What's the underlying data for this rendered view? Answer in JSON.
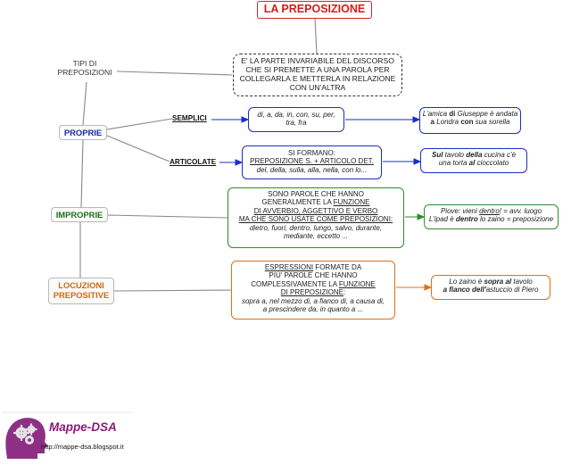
{
  "title": "LA PREPOSIZIONE",
  "definition": [
    "E' LA PARTE INVARIABILE DEL DISCORSO",
    "CHE SI PREMETTE A UNA PAROLA PER",
    "COLLEGARLA E METTERLA IN RELAZIONE",
    "CON UN'ALTRA"
  ],
  "tipi": [
    "TIPI DI",
    "PREPOSIZIONI"
  ],
  "categories": {
    "proprie": "PROPRIE",
    "improprie": "IMPROPRIE",
    "locuzioni": [
      "LOCUZIONI",
      "PREPOSITIVE"
    ]
  },
  "semplici": {
    "label": "SEMPLICI",
    "list": [
      "di, a, da, in, con, su, per,",
      "tra, fra"
    ],
    "example": {
      "l1_pre": "L'amica ",
      "l1_b": "di",
      "l1_post": " Giuseppe è andata",
      "l2_b1": "a",
      "l2_mid": " Londra ",
      "l2_b2": "con",
      "l2_post": " sua sorella"
    }
  },
  "articolate": {
    "label": "ARTICOLATE",
    "line1": "SI FORMANO:",
    "line2": "PREPOSIZIONE S. + ARTICOLO DET.",
    "line3": "del, della, sulla, alla, nella, con lo...",
    "example": {
      "l1_b": "Sul",
      "l1_mid": " tavolo ",
      "l1_b2": "della",
      "l1_post": " cucina c'è",
      "l2_pre": "una torta ",
      "l2_b": "al",
      "l2_post": " cioccolato"
    }
  },
  "improprie": {
    "lines": [
      "SONO PAROLE CHE HANNO",
      "GENERALMENTE LA"
    ],
    "funzione": "FUNZIONE",
    "line3": "DI AVVERBIO, AGGETTIVO E VERBO",
    "line4": "MA CHE SONO USATE COME PREPOSIZIONI:",
    "list": [
      "dietro, fuori, dentro, lungo, salvo, durante,",
      "mediante, eccetto ..."
    ],
    "example": {
      "l1_pre": "Piove: vieni ",
      "l1_u": "dentro",
      "l1_post": "! = avv. luogo",
      "l2_pre": "L'ipad è ",
      "l2_b": "dentro",
      "l2_post": " lo zaino = preposizione"
    }
  },
  "locuzioni": {
    "espressioni": "ESPRESSIONI",
    "l1_post": " FORMATE DA",
    "l2": "PIU' PAROLE CHE HANNO",
    "l3_pre": "COMPLESSIVAMENTE LA ",
    "l3_u": "FUNZIONE",
    "l4_u": "DI PREPOSIZIONE",
    "l4_post": ":",
    "list": [
      "sopra a, nel mezzo di, a fianco di, a causa di,",
      "a prescindere da, in quanto a ..."
    ],
    "example": {
      "l1_pre": "Lo zaino è ",
      "l1_b": "sopra al",
      "l1_post": " tavolo",
      "l2_b": "a fianco dell'",
      "l2_post": "astuccio di Piero"
    }
  },
  "logo": {
    "name": "Mappe-DSA",
    "url": "http://mappe-dsa.blogspot.it"
  }
}
